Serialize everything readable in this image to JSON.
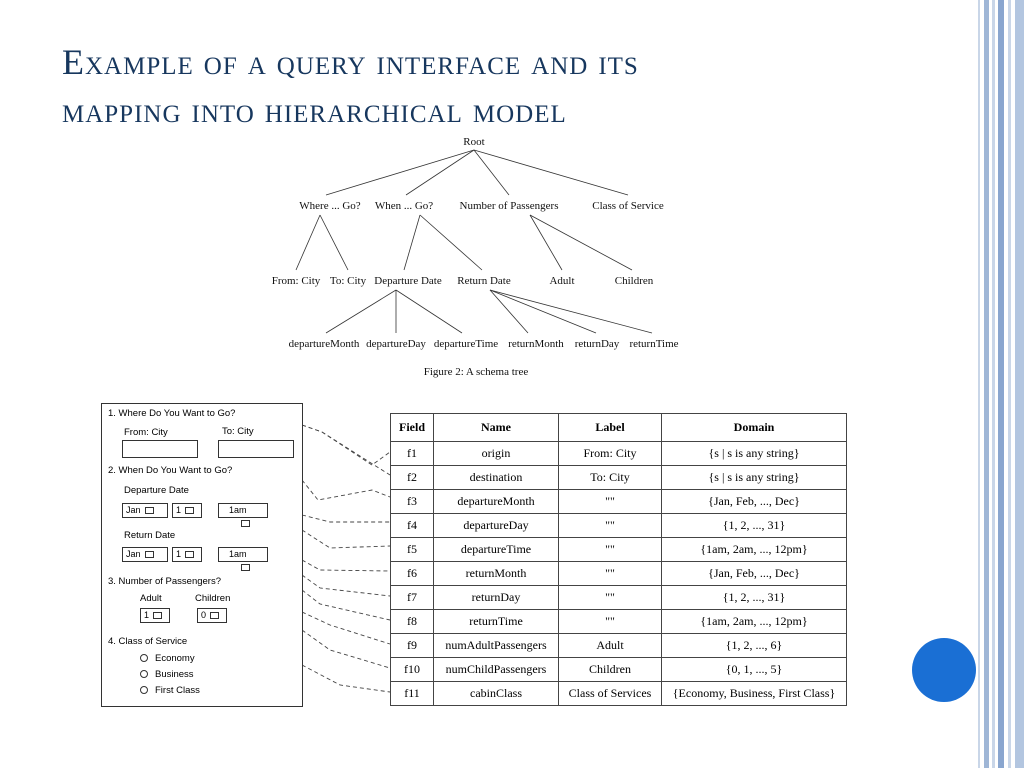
{
  "title": {
    "line1": "Example of a query interface and its",
    "line2": "mapping into hierarchical model"
  },
  "colors": {
    "title": "#17375e",
    "circle": "#1a6fd4",
    "stripe": "#9fb6d6"
  },
  "tree": {
    "root": "Root",
    "level1": [
      "Where ... Go?",
      "When ... Go?",
      "Number of Passengers",
      "Class of Service"
    ],
    "level2": [
      "From: City",
      "To: City",
      "Departure Date",
      "Return Date",
      "Adult",
      "Children"
    ],
    "level3": [
      "departureMonth",
      "departureDay",
      "departureTime",
      "returnMonth",
      "returnDay",
      "returnTime"
    ],
    "caption": "Figure 2:  A schema tree"
  },
  "form": {
    "q1": "1. Where Do You Want to Go?",
    "from_label": "From: City",
    "to_label": "To: City",
    "q2": "2. When Do You Want to Go?",
    "dep_label": "Departure Date",
    "dep_month": "Jan",
    "dep_day": "1",
    "dep_time": "1am",
    "ret_label": "Return Date",
    "ret_month": "Jan",
    "ret_day": "1",
    "ret_time": "1am",
    "q3": "3. Number of Passengers?",
    "adult_label": "Adult",
    "children_label": "Children",
    "adult_value": "1",
    "children_value": "0",
    "q4": "4. Class of Service",
    "options": [
      "Economy",
      "Business",
      "First Class"
    ]
  },
  "table": {
    "headers": [
      "Field",
      "Name",
      "Label",
      "Domain"
    ],
    "rows": [
      [
        "f1",
        "origin",
        "From: City",
        "{s | s is any string}"
      ],
      [
        "f2",
        "destination",
        "To: City",
        "{s | s is any string}"
      ],
      [
        "f3",
        "departureMonth",
        "\"\"",
        "{Jan, Feb, ..., Dec}"
      ],
      [
        "f4",
        "departureDay",
        "\"\"",
        "{1, 2, ..., 31}"
      ],
      [
        "f5",
        "departureTime",
        "\"\"",
        "{1am, 2am, ..., 12pm}"
      ],
      [
        "f6",
        "returnMonth",
        "\"\"",
        "{Jan, Feb, ..., Dec}"
      ],
      [
        "f7",
        "returnDay",
        "\"\"",
        "{1, 2, ..., 31}"
      ],
      [
        "f8",
        "returnTime",
        "\"\"",
        "{1am, 2am, ..., 12pm}"
      ],
      [
        "f9",
        "numAdultPassengers",
        "Adult",
        "{1, 2, ..., 6}"
      ],
      [
        "f10",
        "numChildPassengers",
        "Children",
        "{0, 1, ..., 5}"
      ],
      [
        "f11",
        "cabinClass",
        "Class of Services",
        "{Economy, Business, First Class}"
      ]
    ]
  }
}
